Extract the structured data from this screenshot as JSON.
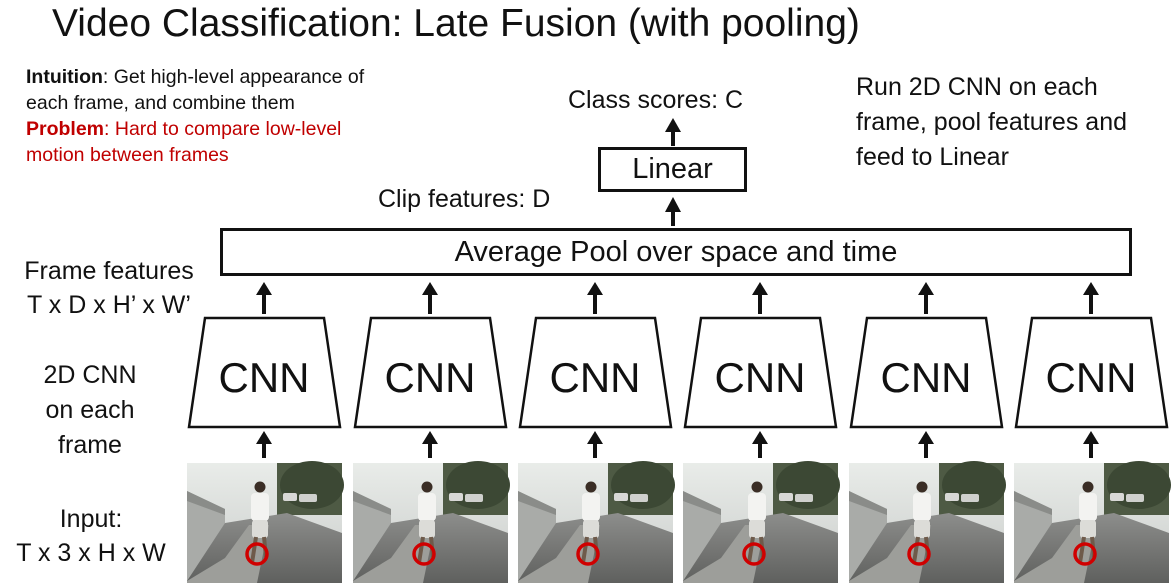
{
  "title": "Video Classification: Late Fusion (with pooling)",
  "intuition": {
    "label": "Intuition",
    "text": ": Get high-level appearance of each frame, and combine them"
  },
  "problem": {
    "label": "Problem",
    "text": ": Hard to compare low-level motion between frames"
  },
  "right_note": "Run 2D CNN on each frame, pool features and feed to Linear",
  "class_scores": "Class scores: C",
  "linear": "Linear",
  "clip_features": "Clip features: D",
  "pool": "Average Pool over space and time",
  "frame_features": {
    "line1": "Frame features",
    "line2": "T x D x H’ x W’"
  },
  "cnn_label": {
    "line1": "2D CNN",
    "line2": "on each",
    "line3": "frame"
  },
  "input_label": {
    "line1": "Input:",
    "line2": "T x 3 x H x W"
  },
  "cnn_blocks": [
    {
      "label": "CNN"
    },
    {
      "label": "CNN"
    },
    {
      "label": "CNN"
    },
    {
      "label": "CNN"
    },
    {
      "label": "CNN"
    },
    {
      "label": "CNN"
    }
  ],
  "colors": {
    "problem": "#c00000",
    "marker_circle": "#d00000"
  },
  "frame_icon": "runner-photo"
}
